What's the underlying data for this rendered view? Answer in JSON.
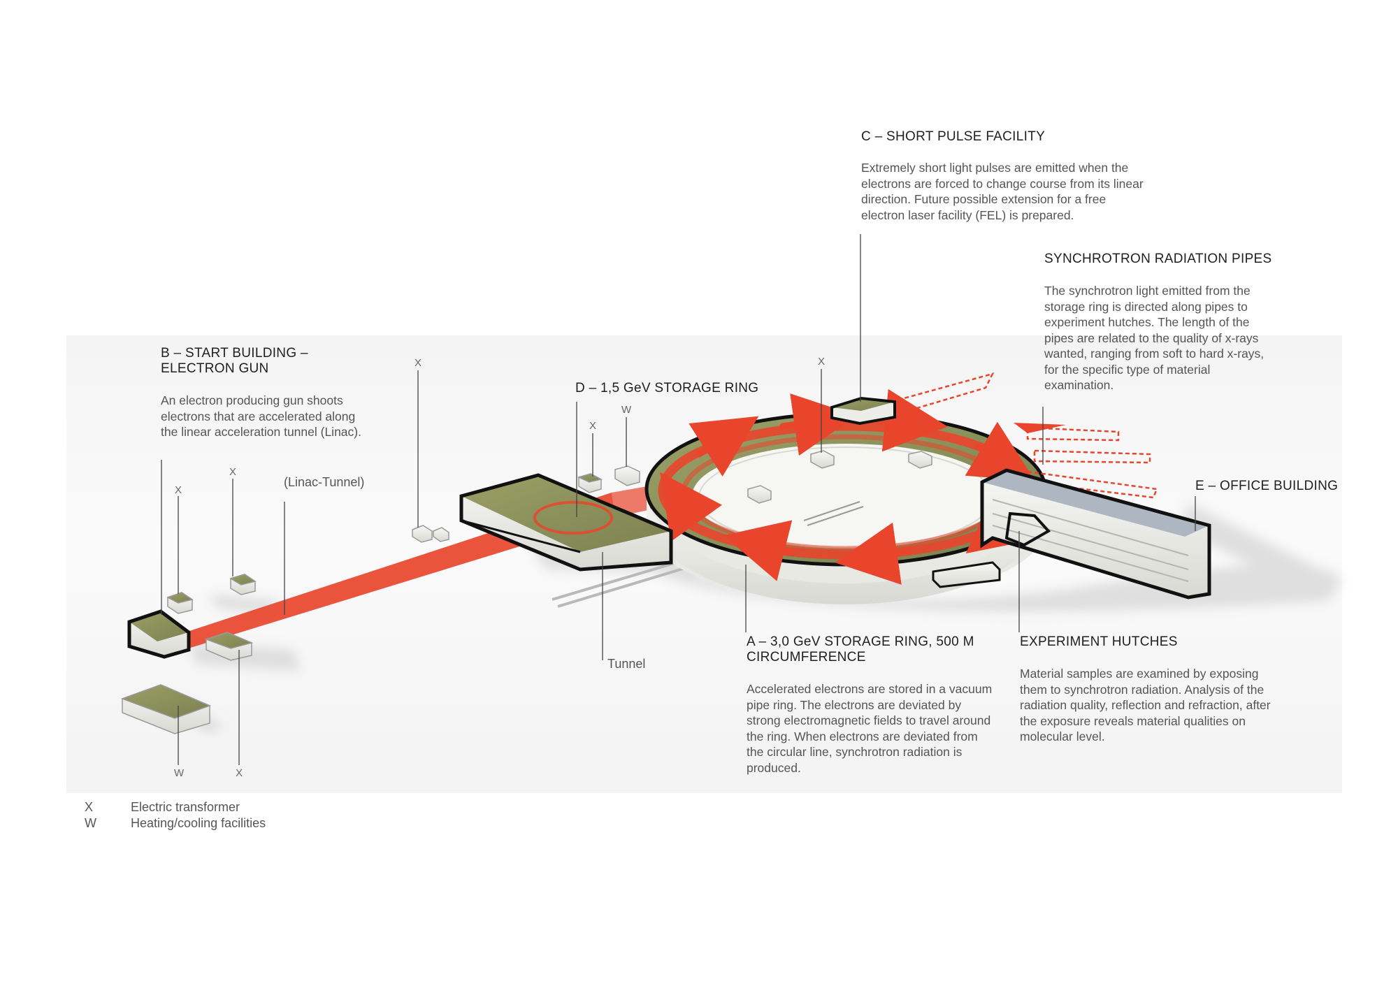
{
  "labels": {
    "c": {
      "title": "C – SHORT PULSE FACILITY",
      "desc": "Extremely short light pulses are emitted when the electrons are forced to change course from its linear direction. Future possible extension for a free electron laser facility (FEL) is prepared."
    },
    "pipes": {
      "title": "SYNCHROTRON RADIATION PIPES",
      "desc": "The synchrotron light emitted from the storage ring is directed along pipes to experiment hutches. The length of the pipes are related to the quality of x-rays wanted, ranging from soft to hard x-rays, for the specific type of material examination."
    },
    "b": {
      "title_line1": "B – START BUILDING –",
      "title_line2": "ELECTRON GUN",
      "desc": "An electron producing gun shoots electrons that are accelerated along the linear acceleration tunnel (Linac)."
    },
    "d": {
      "title": "D – 1,5 GeV STORAGE RING"
    },
    "e": {
      "title": "E – OFFICE BUILDING"
    },
    "a": {
      "title_line1": "A – 3,0 GeV STORAGE RING, 500 M",
      "title_line2": "CIRCUMFERENCE",
      "desc": "Accelerated electrons are stored in a vacuum pipe ring. The electrons are deviated by strong electromagnetic fields to travel around the ring. When electrons are deviated from the circular line, synchrotron radiation is produced."
    },
    "hutches": {
      "title": "EXPERIMENT HUTCHES",
      "desc": "Material samples are examined by exposing them to synchrotron radiation. Analysis of the radiation quality, reflection and refraction, after the exposure reveals material qualities on molecular level."
    },
    "linac": "(Linac-Tunnel)",
    "tunnel": "Tunnel"
  },
  "markers": {
    "x": "X",
    "w": "W"
  },
  "legend": [
    {
      "key": "X",
      "text": "Electric transformer"
    },
    {
      "key": "W",
      "text": "Heating/cooling facilities"
    }
  ],
  "colors": {
    "beam": "#e8452c",
    "roof": "#8a8f58",
    "outline": "#111111",
    "building": "#f3f3f0"
  }
}
